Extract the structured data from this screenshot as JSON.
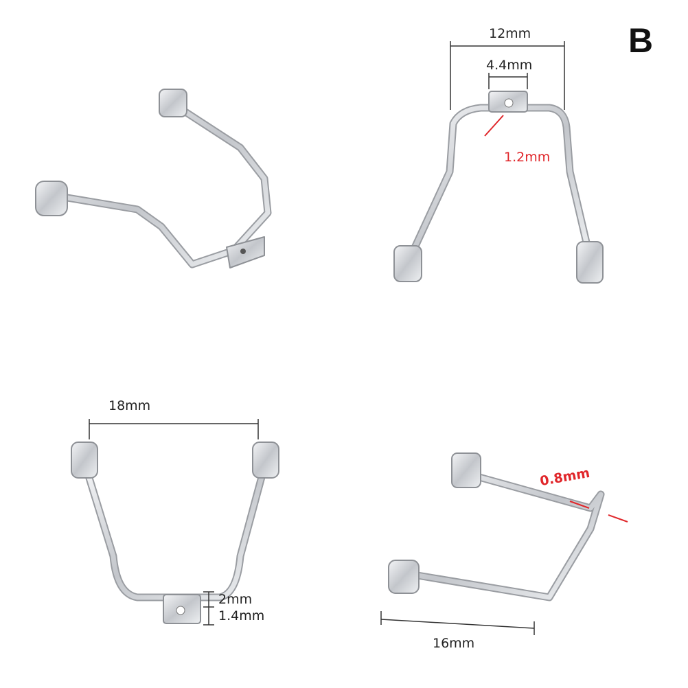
{
  "panel_letter": "B",
  "dimensions": {
    "top_right": {
      "width_outer": "12mm",
      "width_tab": "4.4mm",
      "hole": "1.2mm"
    },
    "bottom_left": {
      "width": "18mm",
      "tab_height": "2mm",
      "tab_small": "1.4mm"
    },
    "bottom_right": {
      "thickness": "0.8mm",
      "length": "16mm"
    }
  },
  "colors": {
    "metal": "#c9cbcf",
    "metal_edge": "#8e9196",
    "annotation": "#333333",
    "accent": "#e0262a"
  }
}
